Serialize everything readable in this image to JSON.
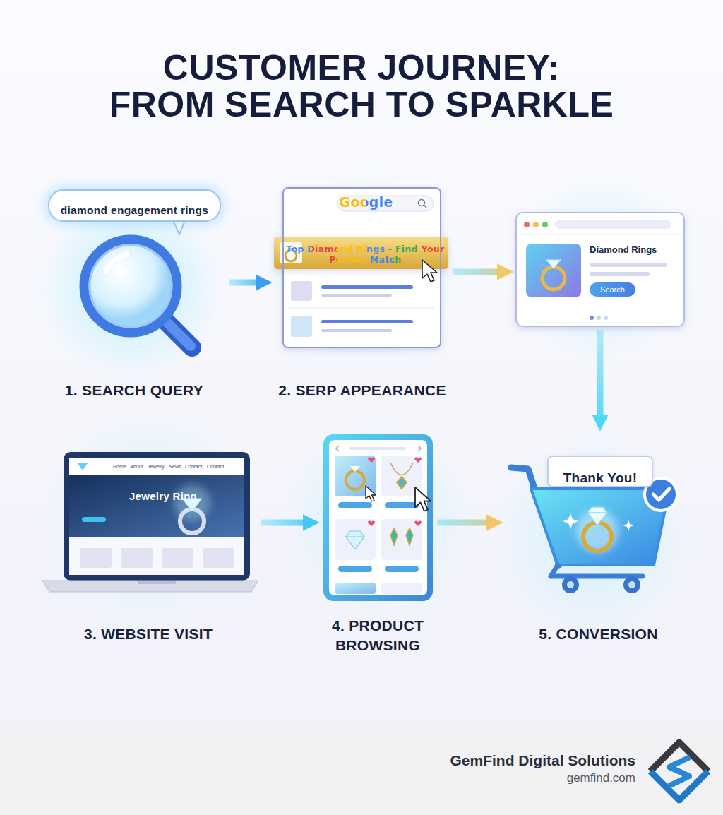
{
  "diagram": {
    "title": "CUSTOMER JOURNEY: FROM SEARCH TO SPARKLE",
    "nodes": [
      {
        "text": [
          "1. SEARCH QUERY"
        ]
      },
      {
        "text": [
          "diamond engagement rings"
        ],
        "in": 0
      },
      {
        "text": [
          "2. SERP APPEARANCE"
        ]
      },
      {
        "text": [
          "Google"
        ],
        "in": 2
      },
      {
        "text": [
          "Top Diamond Rings - Find Your Perfect Match"
        ],
        "in": 3
      },
      {
        "text": [
          "Diamond Rings"
        ]
      },
      {
        "text": [
          "Search"
        ],
        "in": 5
      },
      {
        "text": [
          "3. WEBSITE VISIT"
        ]
      },
      {
        "text": [
          "Jewelry Ring"
        ],
        "in": 7
      },
      {
        "text": [
          "4. PRODUCT BROWSING"
        ]
      },
      {
        "text": [
          "5. CONVERSION"
        ]
      },
      {
        "text": [
          "Thank You!"
        ],
        "in": 10
      }
    ],
    "edges": [
      {
        "from": 0,
        "to": 2,
        "arrow": "to"
      },
      {
        "from": 2,
        "to": 5,
        "arrow": "to"
      },
      {
        "from": 5,
        "to": 10,
        "arrow": "to"
      },
      {
        "from": 7,
        "to": 9,
        "arrow": "to"
      },
      {
        "from": 9,
        "to": 10,
        "arrow": "to"
      }
    ],
    "labels": [
      "Home",
      "About",
      "Jewelry",
      "News",
      "Contact",
      "Contact",
      "GemFind Digital Solutions",
      "gemfind.com"
    ]
  }
}
